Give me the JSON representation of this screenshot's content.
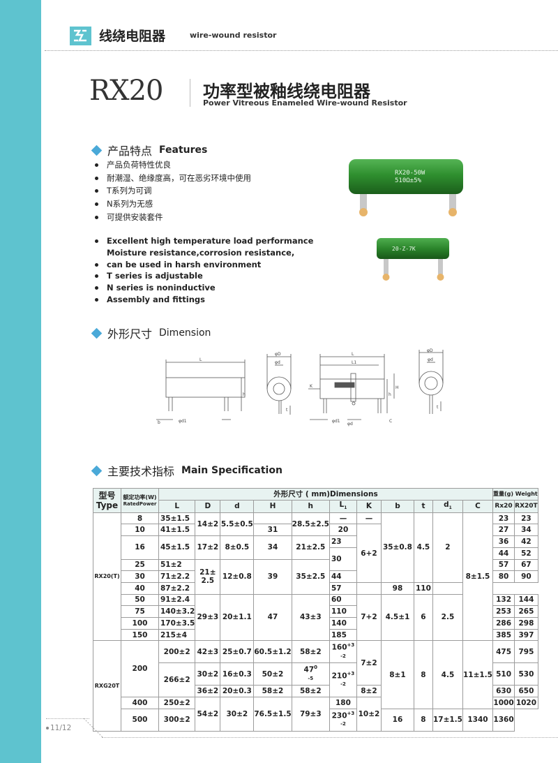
{
  "header": {
    "category_cn": "线绕电阻器",
    "category_en": "wire-wound resistor"
  },
  "title": {
    "model": "RX20",
    "name_cn": "功率型被釉线绕电阻器",
    "name_en": "Power Vitreous Enameled Wire-wound Resistor"
  },
  "features": {
    "heading_cn": "产品特点",
    "heading_en": "Features",
    "items_cn": [
      "产品负荷特性优良",
      "耐潮湿、绝缘度高，可在恶劣环境中使用",
      "T系列为可调",
      "N系列为无感",
      "可提供安装套件"
    ],
    "items_en": [
      "Excellent high temperature load performance",
      "Moisture resistance,corrosion resistance,",
      "can be used in harsh environment",
      "T series is adjustable",
      "N series is noninductive",
      "Assembly and fittings"
    ]
  },
  "photos": {
    "photo1_label_line1": "RX20-50W",
    "photo1_label_line2": "510Ω±5%",
    "photo2_label": "20-Z-7K"
  },
  "dimension": {
    "heading_cn": "外形尺寸",
    "heading_en": "Dimension",
    "labels": {
      "L": "L",
      "L1": "L1",
      "D": "φD",
      "d": "φd",
      "d1": "φd1",
      "H": "H",
      "h": "h",
      "b": "b",
      "t": "t",
      "C": "C",
      "K": "K",
      "d2": "φd"
    }
  },
  "spec": {
    "heading_cn": "主要技术指标",
    "heading_en": "Main Specification",
    "h": {
      "type_cn": "型号",
      "type_en": "Type",
      "power_cn": "额定功率(W)",
      "power_en": "RatedPower",
      "dims": "外形尺寸 ( mm)Dimensions",
      "weight": "重量(g) Weight",
      "L": "L",
      "D": "D",
      "d": "d",
      "H": "H",
      "h": "h",
      "L1": "L",
      "L1sub": "1",
      "K": "K",
      "b": "b",
      "t": "t",
      "d1": "d",
      "d1sub": "1",
      "C": "C",
      "w1": "Rx20",
      "w2": "RX20T"
    },
    "series": {
      "rx20": "RX20(T)",
      "rxg20": "RXG20T"
    },
    "c": {
      "p8": "8",
      "L8": "35±1.5",
      "D8_10": "14±2",
      "d8_10": "5.5±0.5",
      "h8_10": "28.5±2.5",
      "L1_8": "—",
      "K8": "—",
      "w8a": "23",
      "w8b": "23",
      "p10": "10",
      "L10": "41±1.5",
      "H10": "31",
      "L1_10": "20",
      "w10a": "27",
      "w10b": "34",
      "p16": "16",
      "L16": "45±1.5",
      "D16": "17±2",
      "d16": "8±0.5",
      "H16": "34",
      "h16": "21±2.5",
      "L1_16a": "23",
      "L1_16b": "30",
      "w16a1": "36",
      "w16b1": "42",
      "w16a2": "44",
      "w16b2": "52",
      "K16_30": "6+2",
      "b8_40": "35±0.8",
      "t8_40": "4.5",
      "d1_8_40": "2",
      "C8_150": "8±1.5",
      "p25": "25",
      "L25": "51±2",
      "w25a": "57",
      "w25b": "67",
      "p30": "30",
      "L30": "71±2.2",
      "D25_40": "21±\n2.5",
      "d25_40": "12±0.8",
      "H25_40": "39",
      "h25_40": "35±2.5",
      "L1_30": "44",
      "w30a": "80",
      "w30b": "90",
      "p40": "40",
      "L40": "87±2.2",
      "L1_40": "57",
      "w40a": "98",
      "w40b": "110",
      "p50": "50",
      "L50": "91±2.4",
      "D50_150": "29±3",
      "d50_150": "20±1.1",
      "H50_150": "47",
      "h50_150": "43±3",
      "L1_50": "60",
      "K50_150": "7+2",
      "b50_150": "4.5±1",
      "t50_150": "6",
      "d1_50_150": "2.5",
      "w50a": "132",
      "w50b": "144",
      "p75": "75",
      "L75": "140±3.2",
      "L1_75": "110",
      "w75a": "253",
      "w75b": "265",
      "p100": "100",
      "L100": "170±3.5",
      "L1_100": "140",
      "w100a": "286",
      "w100b": "298",
      "p150": "150",
      "L150": "215±4",
      "L1_150": "185",
      "w150a": "385",
      "w150b": "397",
      "p200": "200",
      "L200a": "200±2",
      "D200a": "42±3",
      "d200a": "25±0.7",
      "H200a": "60.5±1.2",
      "h200a": "58±2",
      "L1_200a": "160",
      "L1_200a_sup": "+3\n-2",
      "w200a1": "475",
      "w200b1": "795",
      "L200b": "266±2",
      "D200b": "30±2",
      "d200b": "16±0.3",
      "H200b": "50±2",
      "h200b": "47",
      "h200b_sup": "0\n-5",
      "L1_200b": "210",
      "L1_200b_sup": "+3\n-2",
      "w200a2": "510",
      "w200b2": "530",
      "K200a": "7±2",
      "K200b": "8±2",
      "D200c": "36±2",
      "d200c": "20±0.3",
      "H200c": "58±2",
      "h200c": "58±2",
      "w200a3": "630",
      "w200b3": "650",
      "b200_500": "8±1",
      "t200_400": "8",
      "d1_200_400": "4.5",
      "C200_400": "11±1.5",
      "p400": "400",
      "L400": "250±2",
      "D400_500": "54±2",
      "d400_500": "30±2",
      "H400_500": "76.5±1.5",
      "h400_500": "79±3",
      "L1_400": "180",
      "K400_500": "10±2",
      "w400a": "1000",
      "w400b": "1020",
      "p500": "500",
      "L500": "300±2",
      "L1_500": "230",
      "L1_500_sup": "+3\n-2",
      "t500": "16",
      "d1_500": "8",
      "C500": "17±1.5",
      "w500a": "1340",
      "w500b": "1360"
    }
  },
  "footer": {
    "page": "11/12"
  },
  "colors": {
    "accent": "#5ec3cf",
    "diamond": "#4aa9d8",
    "resistor_green": "#2f8f2f"
  }
}
